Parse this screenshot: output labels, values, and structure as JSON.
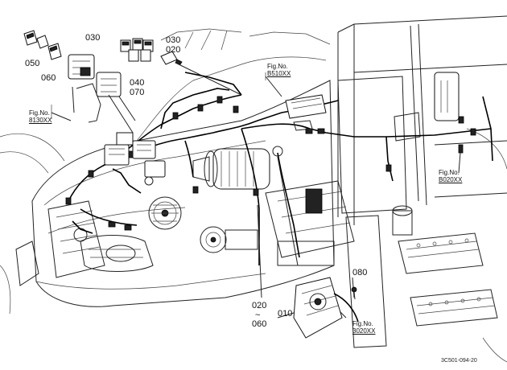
{
  "labels": {
    "p030_top": "030",
    "p030_right": "030",
    "p020_top": "020",
    "p050": "050",
    "p060_top": "060",
    "p040": "040",
    "p070": "070",
    "p020_bottom": "020",
    "tilde": "~",
    "p060_bottom": "060",
    "p010": "010",
    "p080": "080"
  },
  "fig_refs": {
    "b510": {
      "title": "Fig.No.",
      "number": "B510XX"
    },
    "e130": {
      "title": "Fig.No.",
      "number": "8130XX"
    },
    "b020": {
      "title": "Fig.No.",
      "number": "B020XX"
    },
    "f3020": {
      "title": "Fig.No.",
      "number": "3020XX"
    }
  },
  "drawing_code": "3C501-094-20"
}
